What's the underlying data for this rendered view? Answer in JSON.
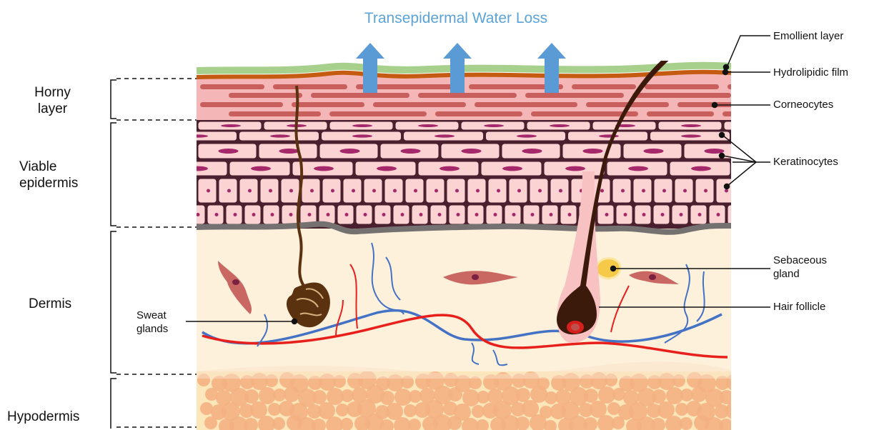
{
  "title": "Transepidermal Water Loss",
  "layers": {
    "horny": [
      "Horny",
      "layer"
    ],
    "viable": [
      "Viable",
      "epidermis"
    ],
    "dermis": "Dermis",
    "hypodermis": "Hypodermis"
  },
  "callouts": {
    "emollient": "Emollient layer",
    "hydrolipidic": "Hydrolipidic film",
    "corneocytes": "Corneocytes",
    "keratinocytes": "Keratinocytes",
    "sebaceous": [
      "Sebaceous",
      "gland"
    ],
    "hair_follicle": "Hair follicle",
    "sweat": [
      "Sweat",
      "glands"
    ]
  },
  "colors": {
    "title": "#5ba3d8",
    "arrow": "#5b9bd5",
    "emollient": "#a8d08d",
    "hydrolipidic": "#c55a11",
    "corneocyte_bg": "#f4b6b6",
    "corneocyte": "#c0504d",
    "keratinocyte_fill": "#fbd3d3",
    "keratinocyte_nucleus": "#a4286a",
    "basal_membrane": "#767171",
    "dermis": "#fdf1dc",
    "hypodermis_fat": "#f4b183",
    "hair": "#3b1a0c",
    "artery": "#e8201c",
    "vein": "#4472c4"
  }
}
